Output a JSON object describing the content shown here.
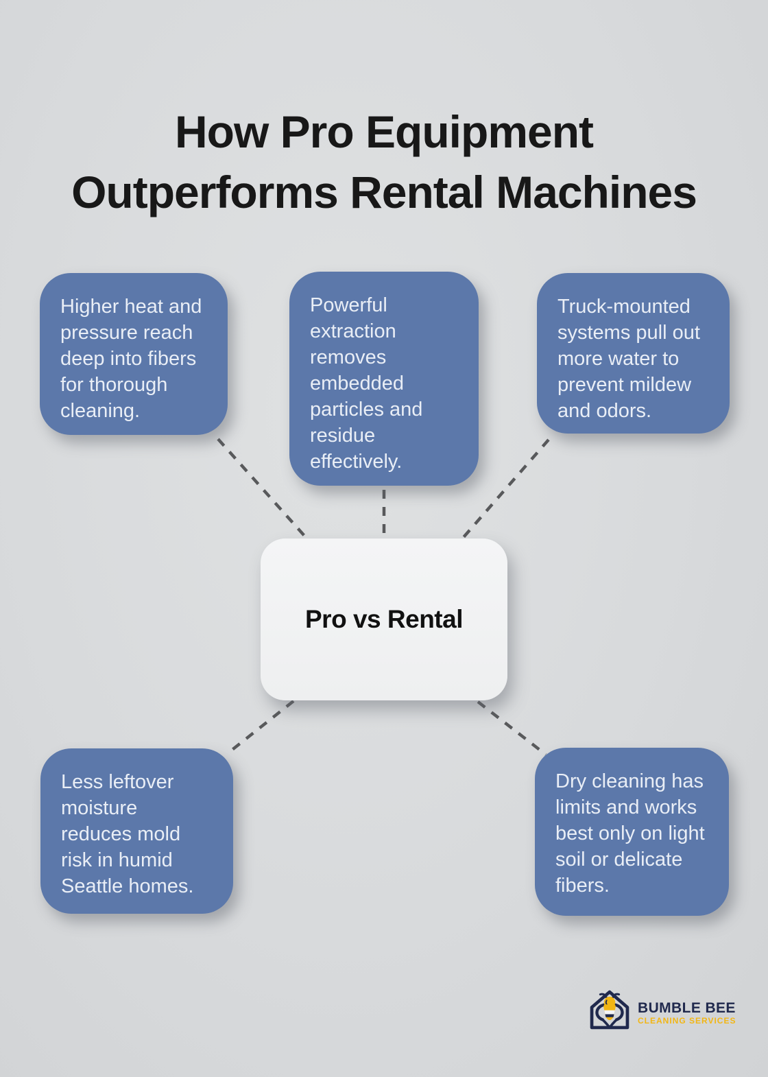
{
  "title": {
    "lines": [
      "How Pro Equipment",
      "Outperforms Rental Machines"
    ]
  },
  "center": {
    "label": "Pro vs Rental"
  },
  "boxes": [
    {
      "id": "top-left",
      "text": "Higher heat and pressure reach deep into fibers for thorough cleaning."
    },
    {
      "id": "top-center",
      "text": "Powerful extraction removes embedded particles and residue effectively."
    },
    {
      "id": "top-right",
      "text": "Truck-mounted systems pull out more water to prevent mildew and odors."
    },
    {
      "id": "bottom-left",
      "text": "Less leftover moisture reduces mold risk in humid Seattle homes."
    },
    {
      "id": "bottom-right",
      "text": "Dry cleaning has limits and works best only on light soil or delicate fibers."
    }
  ],
  "logo": {
    "name": "BUMBLE BEE",
    "tagline": "CLEANING SERVICES"
  },
  "colors": {
    "background": "#d8dadc",
    "box_blue": "#5c78aa",
    "box_text": "#e9eef6",
    "center_bg": "#f2f3f4",
    "title_text": "#181818",
    "connector_gray": "#58595b",
    "logo_navy": "#20294d",
    "logo_gold": "#f2b614"
  }
}
